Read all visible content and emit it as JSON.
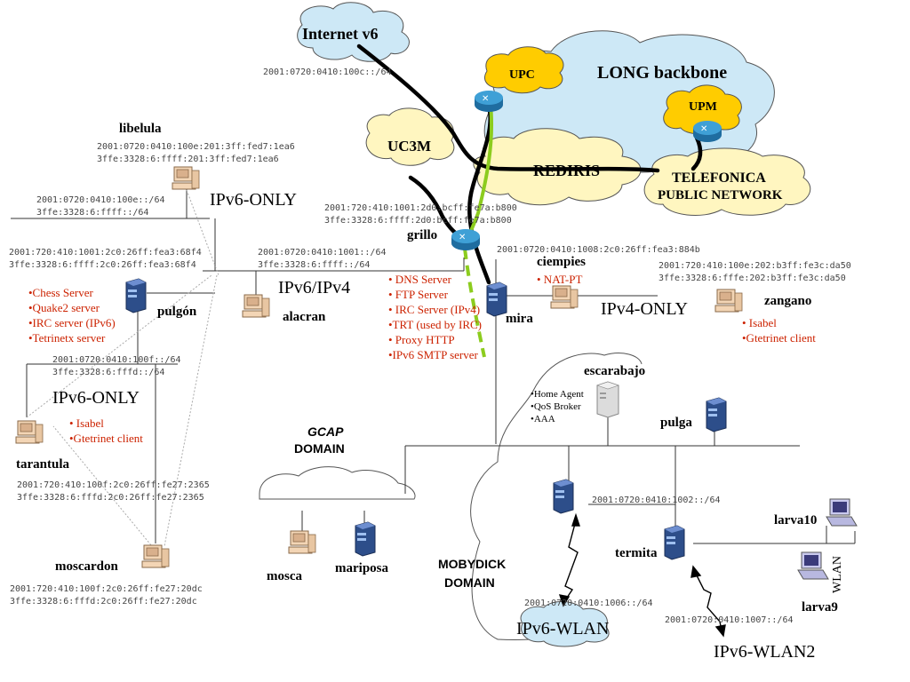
{
  "clouds": {
    "internet": "Internet v6",
    "long_backbone": "LONG backbone",
    "upc": "UPC",
    "upm": "UPM",
    "uc3m": "UC3M",
    "rediris": "REDIRIS",
    "telefonica_1": "TELEFONICA",
    "telefonica_2": "PUBLIC NETWORK",
    "gcap_1": "GCAP",
    "gcap_2": "DOMAIN",
    "mobydick_1": "MOBYDICK",
    "mobydick_2": "DOMAIN",
    "wlan": "IPv6-WLAN"
  },
  "addresses": {
    "internet": "2001:0720:0410:100c::/64",
    "libelula_1": "2001:0720:0410:100e:201:3ff:fed7:1ea6",
    "libelula_2": "3ffe:3328:6:ffff:201:3ff:fed7:1ea6",
    "net_top_1": "2001:0720:0410:100e::/64",
    "net_top_2": "3ffe:3328:6:ffff::/64",
    "grillo_1": "2001:720:410:1001:2d0:bcff:fe7a:b800",
    "grillo_2": "3ffe:3328:6:ffff:2d0:bcff:fe7a:b800",
    "pulgon_1": "2001:720:410:1001:2c0:26ff:fea3:68f4",
    "pulgon_2": "3ffe:3328:6:ffff:2c0:26ff:fea3:68f4",
    "net_mid_1": "2001:0720:0410:1001::/64",
    "net_mid_2": "3ffe:3328:6:ffff::/64",
    "ciempies": "2001:0720:0410:1008:2c0:26ff:fea3:884b",
    "zangano_1": "2001:720:410:100e:202:b3ff:fe3c:da50",
    "zangano_2": "3ffe:3328:6:fffe:202:b3ff:fe3c:da50",
    "net_low_1": "2001:0720:0410:100f::/64",
    "net_low_2": "3ffe:3328:6:fffd::/64",
    "tarantula_1": "2001:720:410:100f:2c0:26ff:fe27:2365",
    "tarantula_2": "3ffe:3328:6:fffd:2c0:26ff:fe27:2365",
    "moscardon_1": "2001:720:410:100f:2c0:26ff:fe27:20dc",
    "moscardon_2": "3ffe:3328:6:fffd:2c0:26ff:fe27:20dc",
    "net_1002": "2001:0720:0410:1002::/64",
    "net_1006": "2001:0720:0410:1006::/64",
    "net_1007": "2001:0720:0410:1007::/64"
  },
  "nodes": {
    "libelula": "libelula",
    "grillo": "grillo",
    "pulgon": "pulgón",
    "alacran": "alacran",
    "ciempies": "ciempies",
    "mira": "mira",
    "zangano": "zangano",
    "tarantula": "tarantula",
    "moscardon": "moscardon",
    "escarabajo": "escarabajo",
    "pulga": "pulga",
    "mosca": "mosca",
    "mariposa": "mariposa",
    "termita": "termita",
    "larva10": "larva10",
    "larva9": "larva9"
  },
  "network_labels": {
    "ipv6_only_top": "IPv6-ONLY",
    "ipv6_ipv4": "IPv6/IPv4",
    "ipv4_only": "IPv4-ONLY",
    "ipv6_only_low": "IPv6-ONLY",
    "wlan2": "IPv6-WLAN2",
    "wlan_vertical": "WLAN"
  },
  "service_lists": {
    "pulgon": [
      "•Chess Server",
      "•Quake2 server",
      "•IRC server (IPv6)",
      "•Tetrinetx server"
    ],
    "mira": [
      "• DNS Server",
      "• FTP Server",
      "• IRC Server (IPv4)",
      "•TRT (used by IRC)",
      "• Proxy HTTP",
      "•IPv6 SMTP server"
    ],
    "ciempies": [
      "• NAT-PT"
    ],
    "zangano": [
      "• Isabel",
      "•Gtetrinet client"
    ],
    "tarantula": [
      "• Isabel",
      "•Gtetrinet client"
    ],
    "escarabajo": [
      "•Home Agent",
      "•QoS Broker",
      "•AAA"
    ]
  },
  "colors": {
    "cloud_fill": "#fff6c0",
    "backbone_fill": "#cde8f6",
    "upc_fill": "#ffcc00",
    "router_fill": "#3fa0d6",
    "tunnel_green": "#8ccc1e",
    "service_red": "#cc2200"
  }
}
